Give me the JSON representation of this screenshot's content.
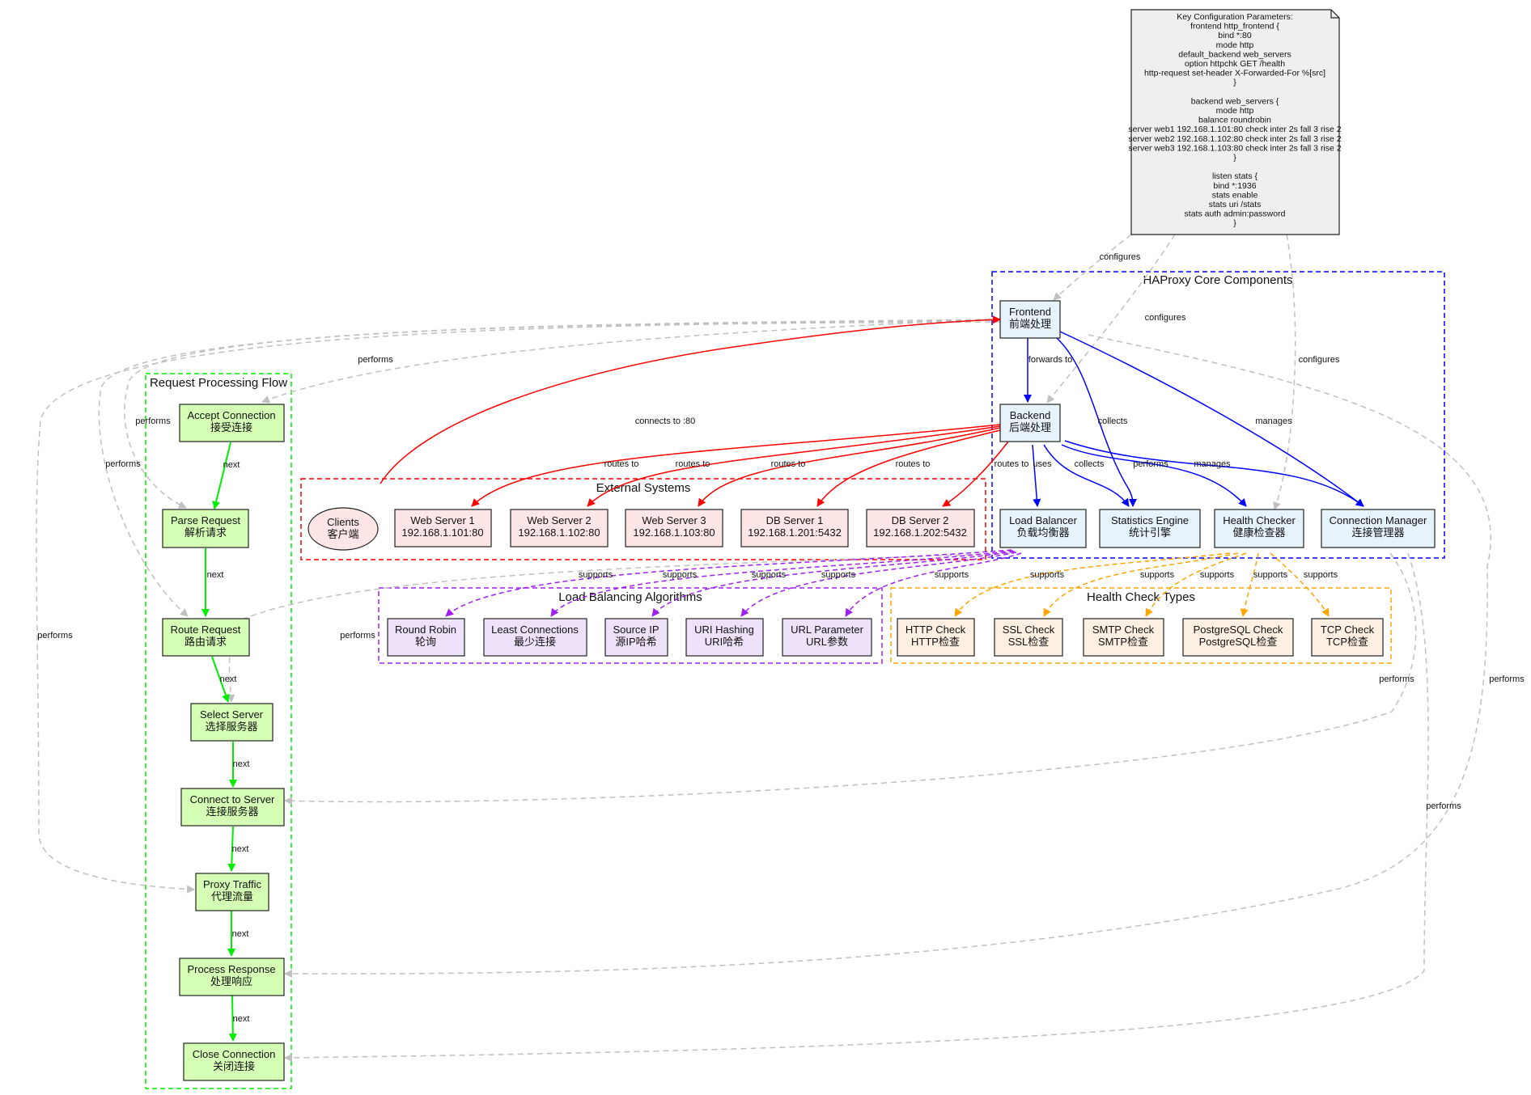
{
  "colors": {
    "frontend_flow": "#ff0000",
    "core": "#0000ff",
    "flow": "#00ee00",
    "algo": "#a020f0",
    "health": "#ffa500",
    "config": "#c0c0c0",
    "fill_core": "#e6f3fb",
    "fill_flow": "#d6ffb6",
    "fill_external": "#ffe6e6",
    "fill_algo": "#eee2fb",
    "fill_health": "#fdf0e3",
    "fill_note": "#efefef"
  },
  "clusters": {
    "core": "HAProxy Core Components",
    "flow": "Request Processing Flow",
    "external": "External Systems",
    "algorithms": "Load Balancing Algorithms",
    "health": "Health Check Types"
  },
  "config_note": {
    "lines": [
      "Key Configuration Parameters:",
      "frontend http_frontend {",
      "bind *:80",
      "mode http",
      "default_backend web_servers",
      "option httpchk GET /health",
      "http-request set-header X-Forwarded-For %[src]",
      "}",
      "",
      "backend web_servers {",
      "mode http",
      "balance roundrobin",
      "server web1 192.168.1.101:80 check inter 2s fall 3 rise 2",
      "server web2 192.168.1.102:80 check inter 2s fall 3 rise 2",
      "server web3 192.168.1.103:80 check inter 2s fall 3 rise 2",
      "}",
      "",
      "listen stats {",
      "bind *:1936",
      "stats enable",
      "stats uri /stats",
      "stats auth admin:password",
      "}"
    ]
  },
  "nodes": {
    "frontend": {
      "line1": "Frontend",
      "line2": "前端处理"
    },
    "backend": {
      "line1": "Backend",
      "line2": "后端处理"
    },
    "load_balancer": {
      "line1": "Load Balancer",
      "line2": "负载均衡器"
    },
    "stats_engine": {
      "line1": "Statistics Engine",
      "line2": "统计引擎"
    },
    "health_checker": {
      "line1": "Health Checker",
      "line2": "健康检查器"
    },
    "conn_manager": {
      "line1": "Connection Manager",
      "line2": "连接管理器"
    },
    "clients": {
      "line1": "Clients",
      "line2": "客户端"
    },
    "web1": {
      "line1": "Web Server 1",
      "line2": "192.168.1.101:80"
    },
    "web2": {
      "line1": "Web Server 2",
      "line2": "192.168.1.102:80"
    },
    "web3": {
      "line1": "Web Server 3",
      "line2": "192.168.1.103:80"
    },
    "db1": {
      "line1": "DB Server 1",
      "line2": "192.168.1.201:5432"
    },
    "db2": {
      "line1": "DB Server 2",
      "line2": "192.168.1.202:5432"
    },
    "round_robin": {
      "line1": "Round Robin",
      "line2": "轮询"
    },
    "least_conn": {
      "line1": "Least Connections",
      "line2": "最少连接"
    },
    "source_ip": {
      "line1": "Source IP",
      "line2": "源IP哈希"
    },
    "uri_hash": {
      "line1": "URI Hashing",
      "line2": "URI哈希"
    },
    "url_param": {
      "line1": "URL Parameter",
      "line2": "URL参数"
    },
    "http_check": {
      "line1": "HTTP Check",
      "line2": "HTTP检查"
    },
    "ssl_check": {
      "line1": "SSL Check",
      "line2": "SSL检查"
    },
    "smtp_check": {
      "line1": "SMTP Check",
      "line2": "SMTP检查"
    },
    "pg_check": {
      "line1": "PostgreSQL Check",
      "line2": "PostgreSQL检查"
    },
    "tcp_check": {
      "line1": "TCP Check",
      "line2": "TCP检查"
    },
    "accept": {
      "line1": "Accept Connection",
      "line2": "接受连接"
    },
    "parse": {
      "line1": "Parse Request",
      "line2": "解析请求"
    },
    "route": {
      "line1": "Route Request",
      "line2": "路由请求"
    },
    "select": {
      "line1": "Select Server",
      "line2": "选择服务器"
    },
    "connect": {
      "line1": "Connect to Server",
      "line2": "连接服务器"
    },
    "proxy": {
      "line1": "Proxy Traffic",
      "line2": "代理流量"
    },
    "process": {
      "line1": "Process Response",
      "line2": "处理响应"
    },
    "close": {
      "line1": "Close Connection",
      "line2": "关闭连接"
    }
  },
  "edge_labels": {
    "configures": "configures",
    "forwards_to": "forwards to",
    "collects": "collects",
    "manages": "manages",
    "connects_to": "connects to :80",
    "routes_to": "routes to",
    "uses": "uses",
    "performs": "performs",
    "supports": "supports",
    "next": "next"
  }
}
